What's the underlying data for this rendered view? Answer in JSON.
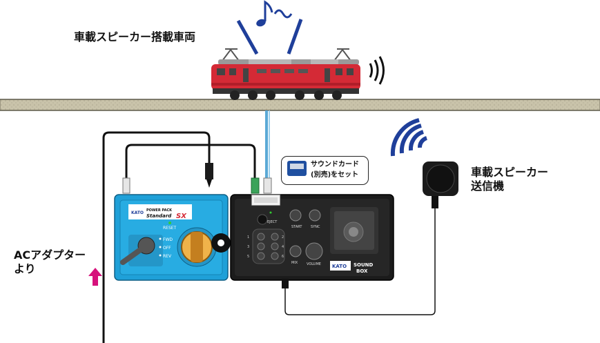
{
  "labels": {
    "train": "車載スピーカー搭載車両",
    "speaker_line1": "車載スピーカー",
    "speaker_line2": "送信機",
    "ac_line1": "ACアダプター",
    "ac_line2": "より"
  },
  "callout": {
    "line1": "サウンドカード",
    "line2": "(別売)をセット"
  },
  "power_pack": {
    "brand": "KATO",
    "model_small": "POWER PACK",
    "model": "Standard",
    "model_suffix": "SX",
    "reset": "RESET",
    "fwd": "FWD",
    "off": "OFF",
    "rev": "REV"
  },
  "sound_box": {
    "brand": "KATO",
    "name_line1": "SOUND",
    "name_line2": "BOX",
    "eject": "EJECT",
    "start": "START",
    "sync": "SYNC",
    "volume": "VOLUME",
    "mix": "MIX",
    "buttons": [
      "1",
      "2",
      "3",
      "4",
      "5",
      "6"
    ]
  },
  "colors": {
    "train_red": "#d42a36",
    "power_pack_blue": "#1fa0d8",
    "sound_box_black": "#1b1b1b",
    "cable": "#111111",
    "feeder_blue": "#5aa9d6",
    "wifi_blue": "#1f3f9a",
    "arrow_pink": "#d6117c"
  },
  "icons": [
    "music-note-icon",
    "sound-wave-icon",
    "wireless-signal-icon",
    "up-arrow-icon"
  ]
}
